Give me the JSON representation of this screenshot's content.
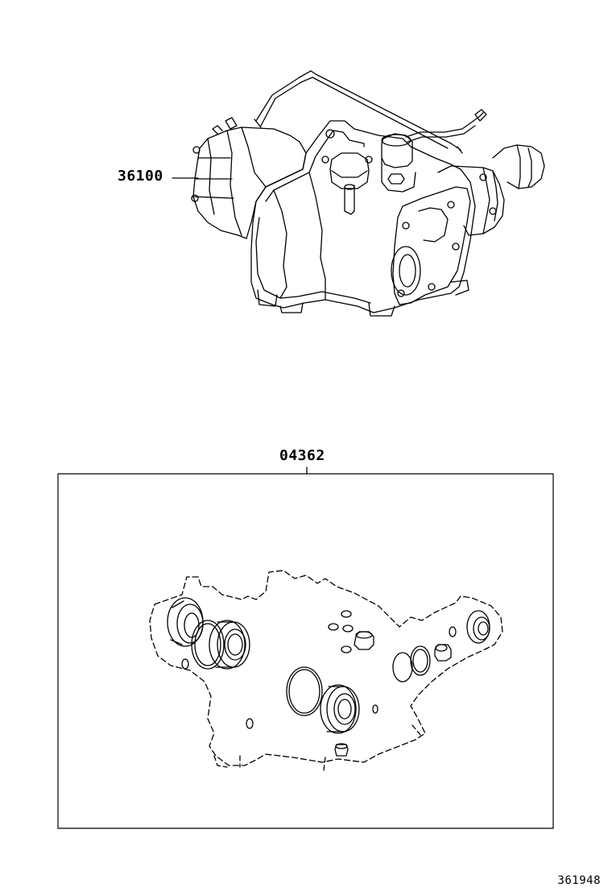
{
  "parts": {
    "transaxle_part_no": "36100",
    "gasket_kit_part_no": "04362"
  },
  "figure": {
    "illustration_no": "361948"
  }
}
